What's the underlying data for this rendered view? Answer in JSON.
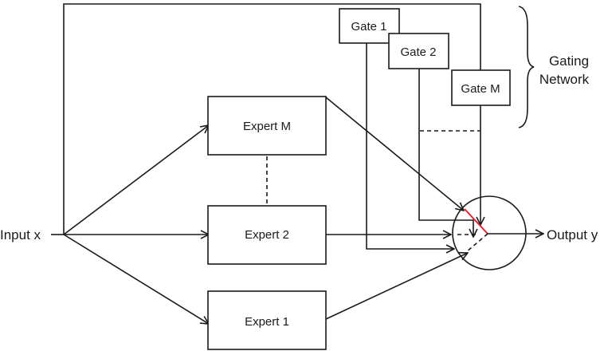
{
  "input_label": "Input x",
  "output_label": "Output y",
  "experts": {
    "m": "Expert M",
    "two": "Expert 2",
    "one": "Expert 1"
  },
  "gates": {
    "one": "Gate 1",
    "two": "Gate 2",
    "m": "Gate M"
  },
  "gating_network": {
    "line1": "Gating",
    "line2": "Network"
  },
  "colors": {
    "stroke": "#1a1a1a",
    "accent": "#e0202e"
  }
}
